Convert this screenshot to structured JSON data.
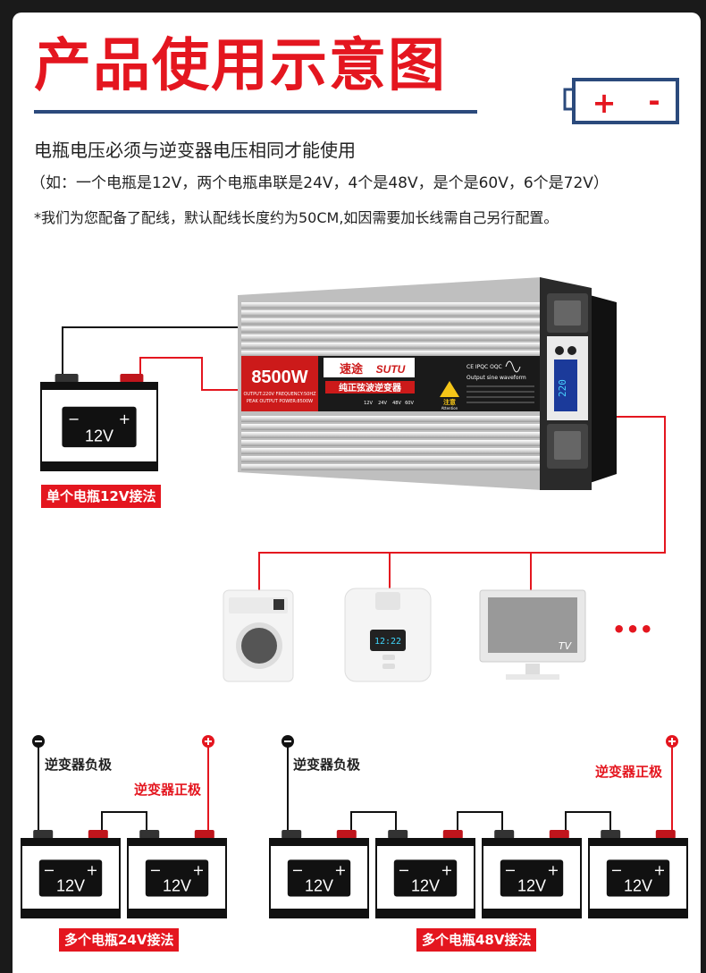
{
  "header": {
    "title": "产品使用示意图",
    "intro_line": "电瓶电压必须与逆变器电压相同才能使用",
    "example_line": "（如：一个电瓶是12V，两个电瓶串联是24V，4个是48V，是个是60V，6个是72V）",
    "note_line": "*我们为您配备了配线，默认配线长度约为50CM,如因需要加长线需自己另行配置。"
  },
  "battery_icon": {
    "plus": "+",
    "minus": "-"
  },
  "inverter": {
    "power": "8500W",
    "brand": "速途",
    "brand_en": "SUTU",
    "type_label": "纯正弦波逆变器",
    "waveform": "Output sine waveform",
    "cert": "CE IPQC OQC",
    "warning": "注意",
    "warning_en": "Attention",
    "voltages": [
      "12V",
      "24V",
      "48V",
      "60V"
    ],
    "specs": [
      "OUTPUT:220V  FREQUENCY:50HZ",
      "PEAK OUTPUT POWER:8500W"
    ],
    "display": "220"
  },
  "battery": {
    "voltage": "12V",
    "minus": "−",
    "plus": "+"
  },
  "appliances": {
    "tv_label": "TV",
    "clock": "12:22",
    "more": "•••"
  },
  "wiring": {
    "single": "单个电瓶12V接法",
    "double": "多个电瓶24V接法",
    "quad": "多个电瓶48V接法",
    "neg_label": "逆变器负极",
    "pos_label": "逆变器正极"
  },
  "colors": {
    "accent": "#e4161f",
    "navy": "#2b4a7c",
    "wire_black": "#111111",
    "wire_red": "#e4161f"
  }
}
